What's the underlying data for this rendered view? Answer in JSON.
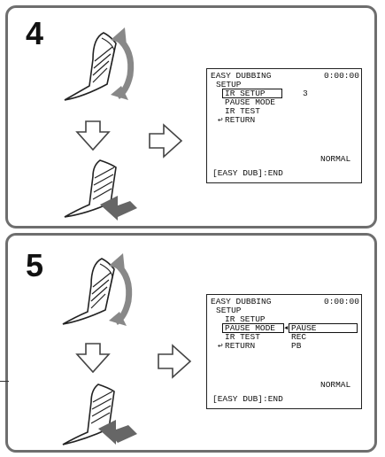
{
  "steps": [
    {
      "number": "4",
      "screen": {
        "title": "EASY DUBBING",
        "time": "0:00:00",
        "section": "SETUP",
        "items": [
          {
            "label": "IR SETUP",
            "value": "3",
            "selected": true
          },
          {
            "label": "PAUSE MODE",
            "value": "",
            "selected": false
          },
          {
            "label": "IR TEST",
            "value": "",
            "selected": false
          },
          {
            "label": "RETURN",
            "value": "",
            "selected": false
          }
        ],
        "mode": "NORMAL",
        "footer": "[EASY DUB]:END"
      }
    },
    {
      "number": "5",
      "screen": {
        "title": "EASY DUBBING",
        "time": "0:00:00",
        "section": "SETUP",
        "items": [
          {
            "label": "IR SETUP",
            "selected": false
          },
          {
            "label": "PAUSE MODE",
            "selected": true
          },
          {
            "label": "IR TEST",
            "selected": false
          },
          {
            "label": "RETURN",
            "selected": false
          }
        ],
        "options": [
          "PAUSE",
          "REC",
          "PB"
        ],
        "selected_option": "PAUSE",
        "mode": "NORMAL",
        "footer": "[EASY DUB]:END"
      }
    }
  ],
  "icons": [
    "dial-turn-icon",
    "dial-press-icon",
    "down-arrow-icon",
    "right-arrow-icon",
    "return-arrow-icon",
    "left-triangle-icon"
  ]
}
